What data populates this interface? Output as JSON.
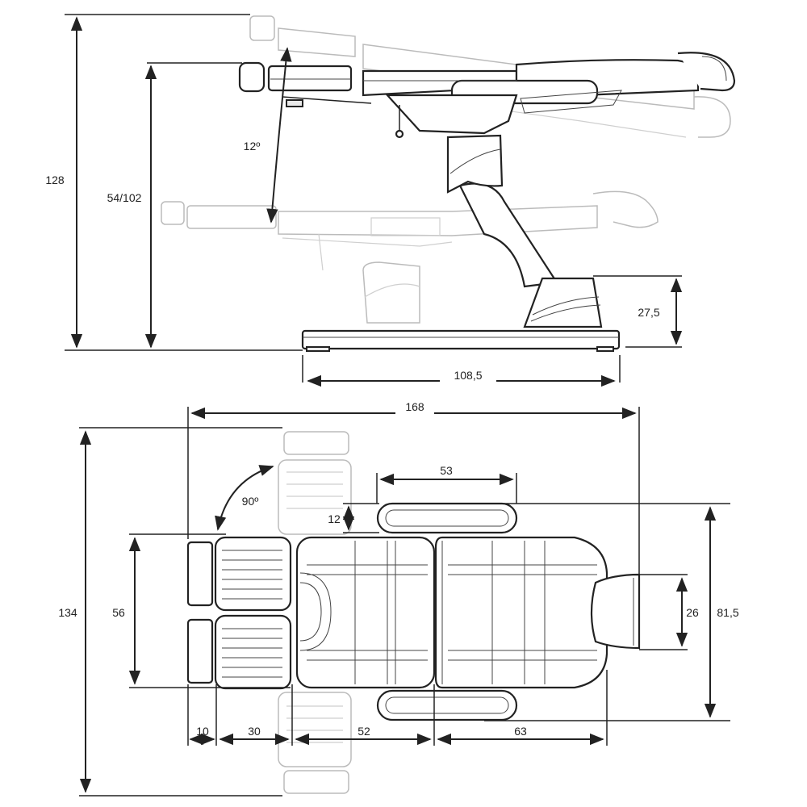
{
  "side_view": {
    "dimensions": {
      "total_height": "128",
      "seat_height": "54/102",
      "tilt_angle": "12º",
      "base_height": "27,5",
      "base_length": "108,5"
    }
  },
  "top_view": {
    "dimensions": {
      "total_length": "168",
      "armrest_length": "53",
      "armrest_width": "12",
      "legrest_rotation": "90º",
      "overall_width_rotated": "134",
      "legrest_width": "56",
      "headrest_width": "26",
      "width_with_armrests": "81,5",
      "footrest_length": "10",
      "legrest_length": "30",
      "seat_length": "52",
      "back_length": "63"
    }
  },
  "colors": {
    "line": "#222222",
    "ghost": "#bbbbbb",
    "background": "#ffffff"
  }
}
